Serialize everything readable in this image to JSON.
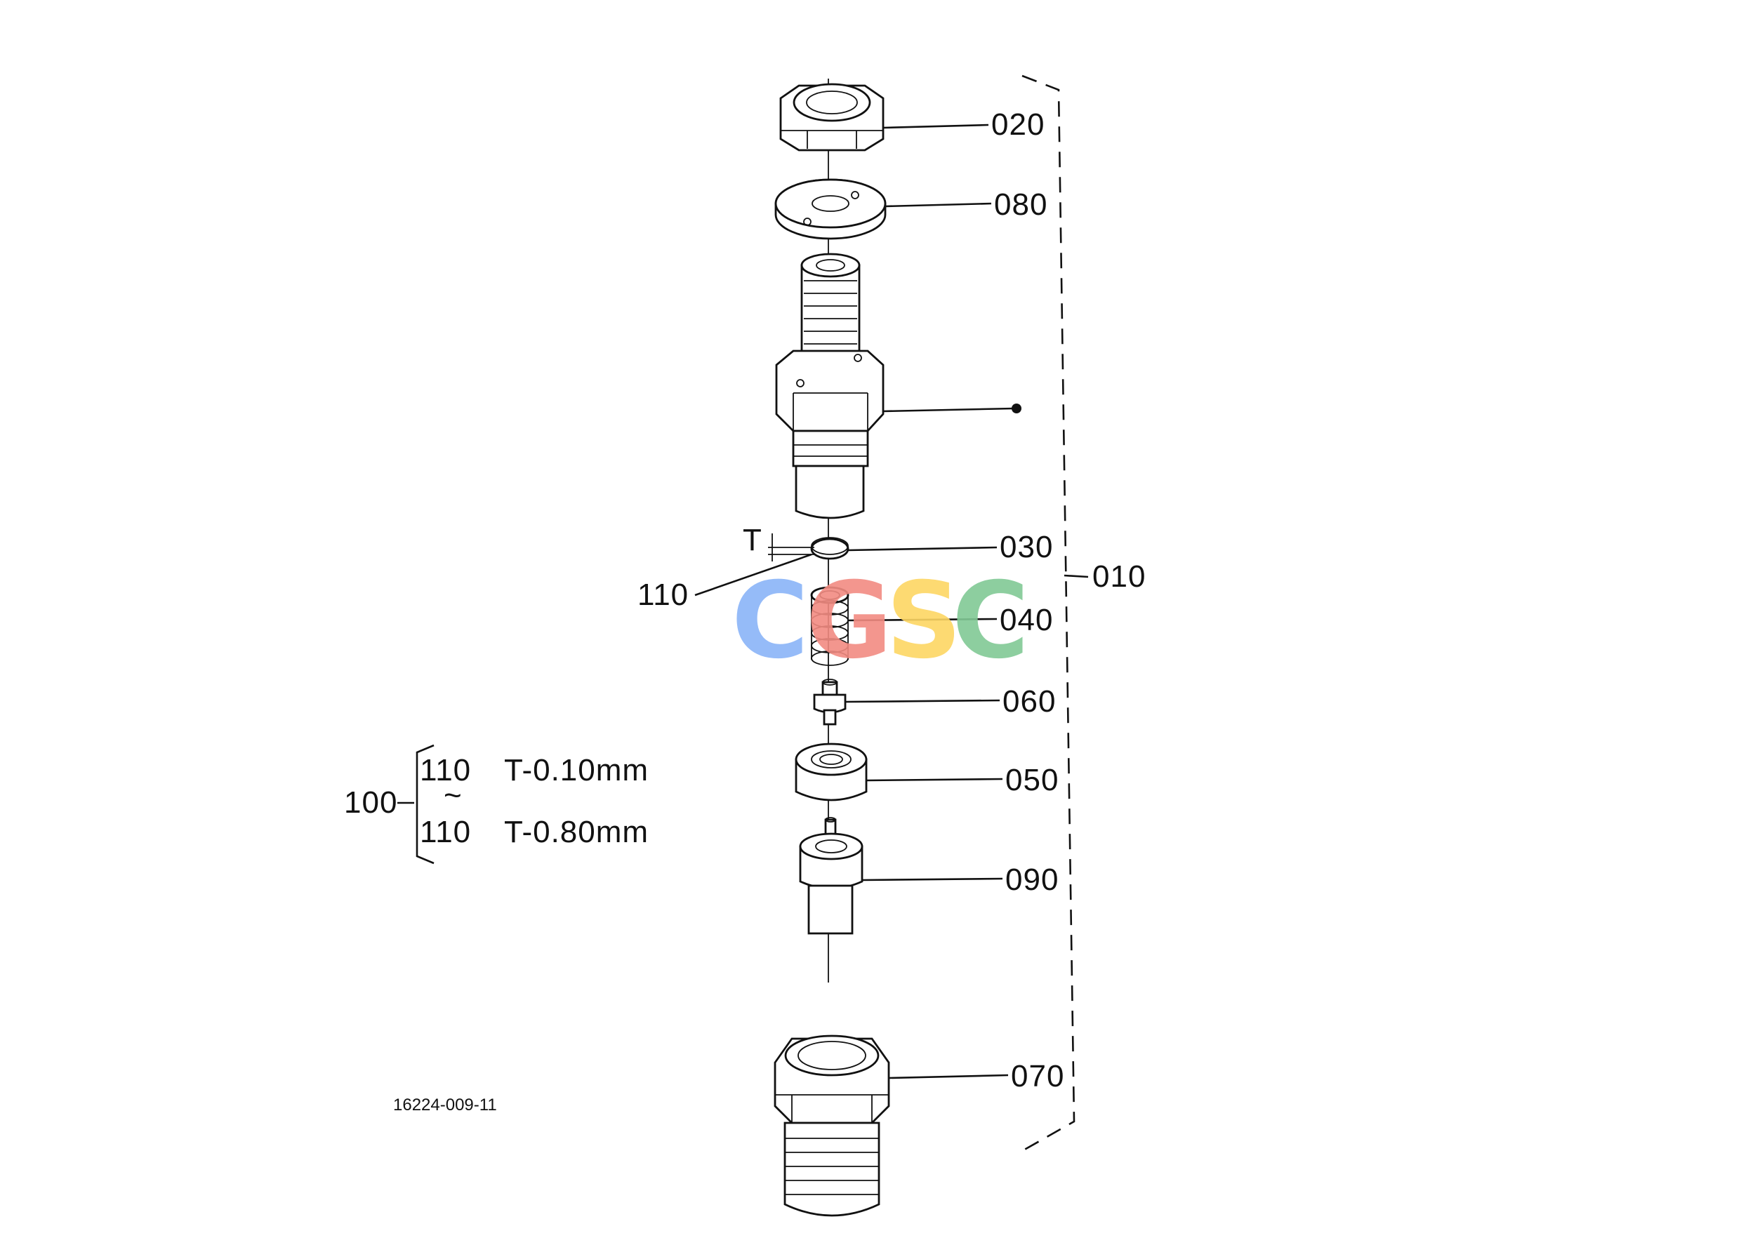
{
  "callouts": {
    "p020": "020",
    "p080": "080",
    "p030": "030",
    "p040": "040",
    "p060": "060",
    "p050": "050",
    "p090": "090",
    "p070": "070",
    "p010": "010",
    "p110": "110",
    "t_mark": "T"
  },
  "shim_table": {
    "group": "100",
    "row1_part": "110",
    "row1_spec": "T-0.10mm",
    "tilde": "~",
    "row2_part": "110",
    "row2_spec": "T-0.80mm"
  },
  "drawing_number": "16224-009-11",
  "watermark": {
    "letters": [
      "C",
      "G",
      "S",
      "C"
    ],
    "colors": [
      "#8ab4f8",
      "#f28b82",
      "#fdd663",
      "#81c995"
    ]
  }
}
